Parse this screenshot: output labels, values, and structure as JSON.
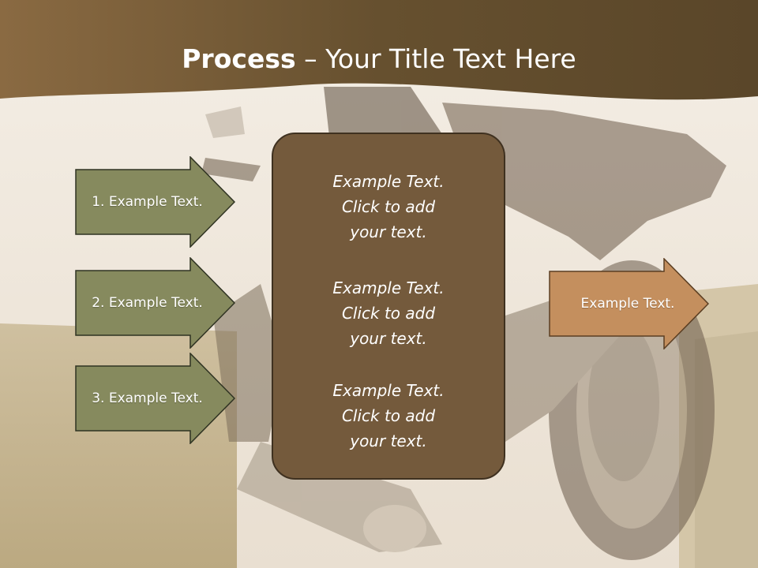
{
  "slide": {
    "title_bold": "Process",
    "title_rest": " – Your Title Text Here",
    "left_arrows": [
      {
        "label": "1. Example Text."
      },
      {
        "label": "2. Example Text."
      },
      {
        "label": "3. Example Text."
      }
    ],
    "center_blocks": [
      {
        "line1": "Example Text.",
        "line2": "Click  to add",
        "line3": "your text."
      },
      {
        "line1": "Example Text.",
        "line2": "Click  to add",
        "line3": "your text."
      },
      {
        "line1": "Example Text.",
        "line2": "Click  to add",
        "line3": "your text."
      }
    ],
    "right_arrow": {
      "label": "Example Text."
    }
  },
  "colors": {
    "header_brown": "#6b5132",
    "arrow_green": "#868a5e",
    "arrow_orange": "#c48f5e",
    "center_box": "#745a3c"
  }
}
